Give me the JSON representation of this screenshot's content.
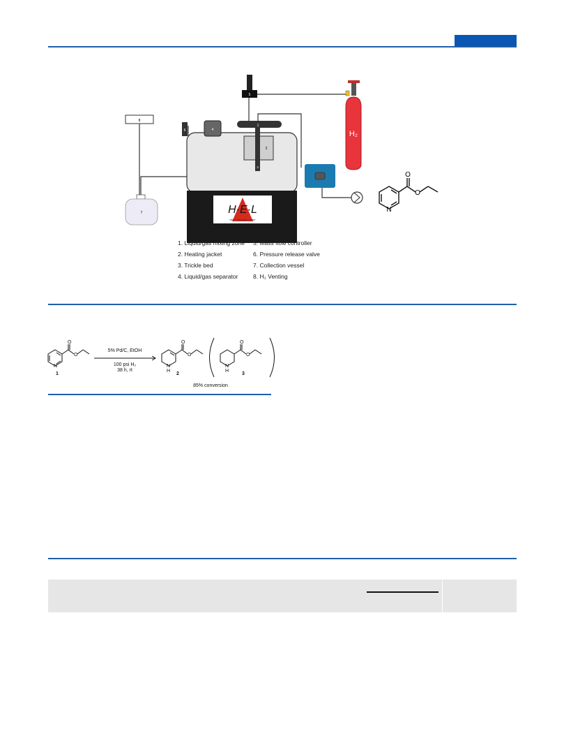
{
  "figure1": {
    "logo": "H·E·L",
    "tagline": "better chemistry - faster",
    "gas_label": "H₂",
    "parts": [
      {
        "num": "1",
        "name": "Liquid/gas mixing zone"
      },
      {
        "num": "2",
        "name": "Heating jacket"
      },
      {
        "num": "3",
        "name": "Trickle bed"
      },
      {
        "num": "4",
        "name": "Liquid/gas separator"
      },
      {
        "num": "5",
        "name": "Mass flow controller"
      },
      {
        "num": "6",
        "name": "Pressure release valve"
      },
      {
        "num": "7",
        "name": "Collection vessel"
      },
      {
        "num": "8",
        "name": "H₂ Venting"
      }
    ],
    "legend": [
      "1. Liquid/gas mixing zone",
      "2. Heating jacket",
      "3. Trickle bed",
      "4. Liquid/gas separator",
      "5. Mass flow controller",
      "6. Pressure release valve",
      "7. Collection vessel",
      "8. H₂ Venting"
    ],
    "structure_atom": "N",
    "structure_o1": "O",
    "structure_o2": "O"
  },
  "scheme": {
    "conditions_top": "5% Pd/C, EtOH",
    "conditions_bottom_1": "100 psi H₂",
    "conditions_bottom_2": "38 h, rt",
    "compound_1": "1",
    "compound_2": "2",
    "compound_3": "3",
    "conversion": "85% conversion",
    "atom_n": "N",
    "atom_nh": "N",
    "atom_h": "H",
    "atom_o": "O"
  }
}
